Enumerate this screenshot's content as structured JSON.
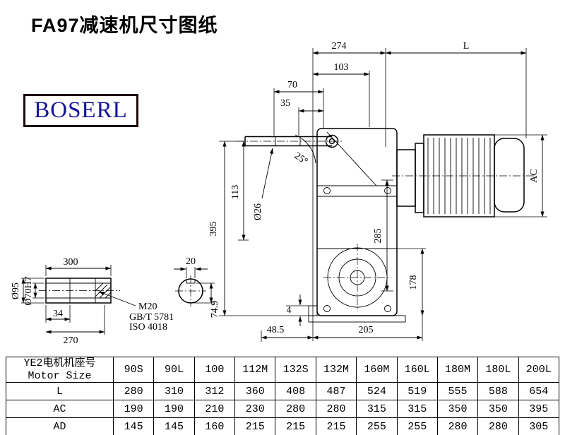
{
  "page": {
    "title": "FA97减速机尺寸图纸",
    "logo": "BOSERL"
  },
  "dims": {
    "top_274": "274",
    "top_L": "L",
    "top_103": "103",
    "top_70": "70",
    "top_35": "35",
    "angle_25": "25°",
    "left_395": "395",
    "left_113": "113",
    "shaft_dia": "Ø26",
    "inner_285": "285",
    "right_AC": "AC",
    "right_178": "178",
    "bottom_4": "4",
    "bottom_48_5": "48.5",
    "bottom_205": "205"
  },
  "shaft_detail": {
    "len_300": "300",
    "key_20": "20",
    "dia_95": "Ø95",
    "dia_70": "Ø70H7",
    "len_34": "34",
    "len_270": "270",
    "bolt_m20": "M20",
    "std_gb": "GB/T 5781",
    "std_iso": "ISO 4018",
    "key_74_9": "74.9"
  },
  "table": {
    "header_cn": "YE2电机机座号",
    "header_en": "Motor Size",
    "columns": [
      "90S",
      "90L",
      "100",
      "112M",
      "132S",
      "132M",
      "160M",
      "160L",
      "180M",
      "180L",
      "200L"
    ],
    "rows": [
      {
        "label": "L",
        "values": [
          "280",
          "310",
          "312",
          "360",
          "408",
          "487",
          "524",
          "519",
          "555",
          "588",
          "654"
        ]
      },
      {
        "label": "AC",
        "values": [
          "190",
          "190",
          "210",
          "230",
          "280",
          "280",
          "315",
          "315",
          "350",
          "350",
          "395"
        ]
      },
      {
        "label": "AD",
        "values": [
          "145",
          "145",
          "160",
          "215",
          "215",
          "215",
          "255",
          "255",
          "280",
          "280",
          "305"
        ]
      }
    ]
  }
}
